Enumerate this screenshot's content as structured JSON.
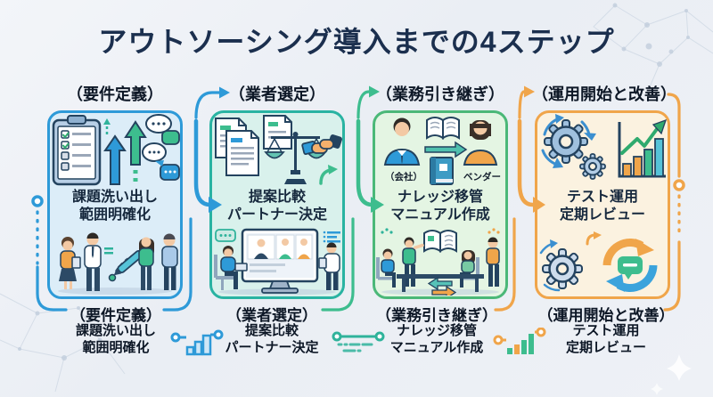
{
  "title": "アウトソーシング導入までの4ステップ",
  "palette": {
    "blue": "#2E9AD8",
    "teal": "#29B3A2",
    "green": "#3DBD8E",
    "orange": "#F0A54A",
    "navy_outline": "#24435F",
    "title_navy": "#1B2F4E",
    "text_dark": "#0D1726",
    "card1_bg": "#DCEDF8",
    "card2_bg": "#D9F1EC",
    "card3_bg": "#E4F5E3",
    "card4_bg": "#FBF2E0",
    "page_bg": "#EEF1F6"
  },
  "steps": [
    {
      "header": "（要件定義）",
      "caption": [
        "課題洗い出し",
        "範囲明確化"
      ],
      "border_color": "#2E9AD8",
      "bg_color": "#DCEDF8",
      "icons": [
        "clipboard-checklist-icon",
        "growth-arrows-icon",
        "chat-bubbles-icon",
        "team-planning-illustration"
      ]
    },
    {
      "header": "（業者選定）",
      "caption": [
        "提案比較",
        "パートナー決定"
      ],
      "border_color": "#29B3A2",
      "bg_color": "#D9F1EC",
      "icons": [
        "documents-icon",
        "balance-scale-icon",
        "handshake-icon",
        "video-conference-illustration"
      ]
    },
    {
      "header": "（業務引き継ぎ）",
      "caption": [
        "ナレッジ移管",
        "マニュアル作成"
      ],
      "company_label": "（会社）",
      "vendor_label": "ベンダー",
      "border_color": "#4BB878",
      "bg_color": "#E4F5E3",
      "icons": [
        "company-person-icon",
        "knowledge-transfer-book-icon",
        "manual-book-icon",
        "vendor-person-icon",
        "handover-meeting-illustration"
      ]
    },
    {
      "header": "（運用開始と改善）",
      "caption": [
        "テスト運用",
        "定期レビュー"
      ],
      "border_color": "#F0A54A",
      "bg_color": "#FBF2E0",
      "icons": [
        "gears-icon",
        "growth-chart-icon",
        "pdca-cycle-illustration"
      ]
    }
  ],
  "connectors": {
    "arrow_1_to_2_color": "#2E9AD8",
    "arrow_2_to_3_color": "#3DBD8E",
    "arrow_3_to_4_color": "#F0A54A",
    "left_node_color": "#2E9AD8",
    "right_node_color": "#F0A54A"
  },
  "footer_icons": [
    "bar-graph-node-icon",
    "list-node-icon",
    "bar-graph-node-icon"
  ],
  "decorations": [
    "network-pattern",
    "sparkle-icon"
  ]
}
